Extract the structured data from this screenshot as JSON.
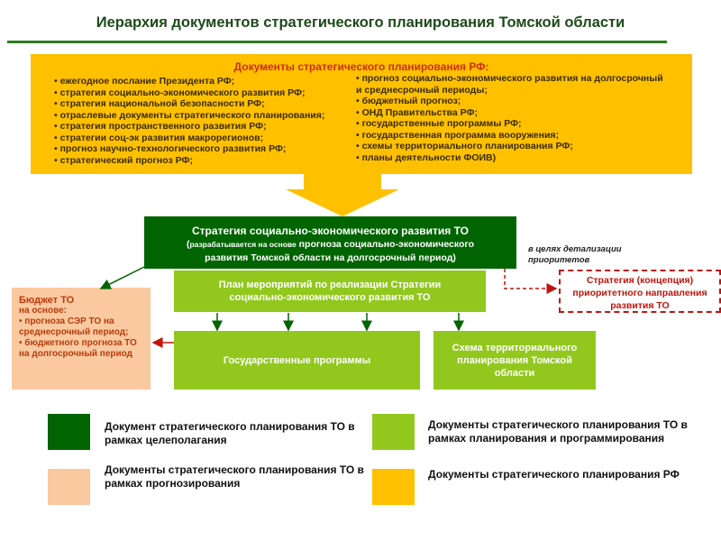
{
  "title": "Иерархия документов стратегического планирования Томской области",
  "rf_docs": {
    "heading": "Документы стратегического планирования РФ:",
    "left_items": [
      "ежегодное послание Президента РФ;",
      "стратегия социально-экономического развития РФ;",
      "стратегия национальной безопасности РФ;",
      "отраслевые документы стратегического планирования;",
      "стратегия пространственного развития РФ;",
      "стратегии соц-эк развития макрорегионов;",
      "прогноз научно-технологического развития РФ;",
      "стратегический прогноз РФ;"
    ],
    "right_items": [
      "прогноз социально-экономического развития на долгосрочный и среднесрочный периоды;",
      "бюджетный прогноз;",
      "ОНД Правительства РФ;",
      "государственные программы РФ;",
      "государственная программа вооружения;",
      "схемы территориального планирования РФ;",
      "планы деятельности ФОИВ)"
    ]
  },
  "strategy_to": {
    "line1": "Стратегия социально-экономического развития ТО",
    "line2_paren": "(",
    "line2_small": "разрабатывается на основе",
    "line2_rest": " прогноза социально-экономического",
    "line3": "развития Томской области на долгосрочный период)"
  },
  "note": "в целях детализации приоритетов",
  "plan": "План мероприятий по реализации Стратегии социально-экономического развития ТО",
  "gos_programs": "Государственные программы",
  "scheme": "Схема территориального планирования Томской области",
  "budget": {
    "title": "Бюджет ТО",
    "basis": "на основе:",
    "items": [
      "прогноза СЭР ТО на среднесрочный период;",
      "бюджетного прогноза ТО на долгосрочный период"
    ]
  },
  "priority_strategy": "Стратегия (концепция) приоритетного направления развития ТО",
  "legend": [
    {
      "color": "#006400",
      "text": "Документ стратегического планирования ТО в рамках целеполагания"
    },
    {
      "color": "#fac9a0",
      "text": "Документы стратегического планирования ТО в рамках прогнозирования"
    },
    {
      "color": "#92c81e",
      "text": "Документы стратегического планирования ТО в рамках планирования и программирования"
    },
    {
      "color": "#ffc000",
      "text": "Документы стратегического планирования РФ"
    }
  ],
  "colors": {
    "dark_green": "#006400",
    "light_green": "#92c81e",
    "peach": "#fac9a0",
    "yellow": "#ffc000",
    "red_accent": "#c0140c"
  }
}
